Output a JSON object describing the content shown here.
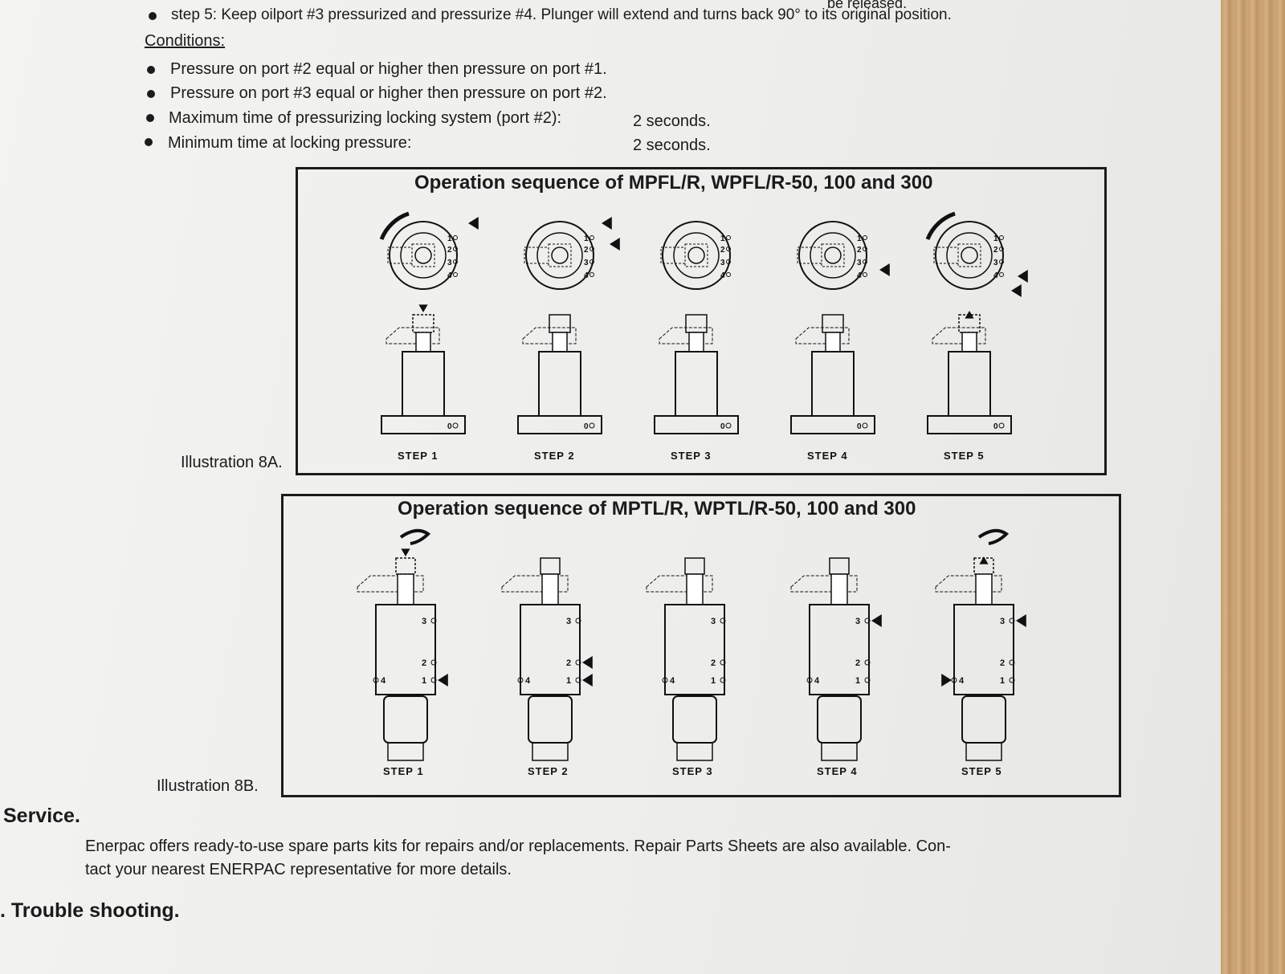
{
  "step5": {
    "top_fragment": "be released.",
    "text": "step 5: Keep oilport #3 pressurized and pressurize  #4.  Plunger will extend and turns back 90° to its original position."
  },
  "conditions": {
    "heading": "Conditions:",
    "items": [
      {
        "text": "Pressure on port #2 equal or higher then pressure on port #1.",
        "value": ""
      },
      {
        "text": "Pressure on port #3 equal or higher then pressure on port #2.",
        "value": ""
      },
      {
        "text": "Maximum time of pressurizing locking system (port #2):",
        "value": "2 seconds."
      },
      {
        "text": "Minimum time at locking pressure:",
        "value": "2 seconds."
      }
    ]
  },
  "illustration_a": {
    "caption": "Illustration 8A.",
    "title": "Operation sequence of MPFL/R, WPFL/R-50, 100 and 300",
    "steps": [
      "STEP 1",
      "STEP 2",
      "STEP 3",
      "STEP 4",
      "STEP 5"
    ],
    "port_labels": [
      "1",
      "2",
      "3",
      "4",
      "0"
    ]
  },
  "illustration_b": {
    "caption": "Illustration 8B.",
    "title": "Operation sequence of MPTL/R, WPTL/R-50, 100 and 300",
    "steps": [
      "STEP 1",
      "STEP 2",
      "STEP 3",
      "STEP 4",
      "STEP 5"
    ],
    "port_labels": [
      "3",
      "2",
      "1",
      "4"
    ]
  },
  "service": {
    "heading": "Service.",
    "line1": "Enerpac offers ready-to-use spare parts kits for repairs and/or replacements. Repair Parts Sheets are also available. Con-",
    "line2": "tact your nearest ENERPAC representative  for more details."
  },
  "trouble": {
    "heading": ". Trouble shooting."
  }
}
